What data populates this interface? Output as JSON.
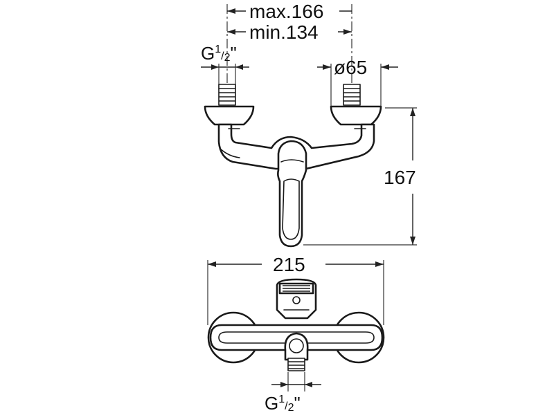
{
  "dimensions": {
    "max_spacing": "max.166",
    "min_spacing": "min.134",
    "inlet_thread_top": {
      "main": "G",
      "num": "1",
      "den": "2",
      "suffix": "\""
    },
    "flange_diameter": "ø65",
    "height": "167",
    "width": "215",
    "outlet_thread_bottom": {
      "main": "G",
      "num": "1",
      "den": "2",
      "suffix": "\""
    }
  },
  "colors": {
    "line": "#1a1a1a",
    "background": "#ffffff"
  }
}
